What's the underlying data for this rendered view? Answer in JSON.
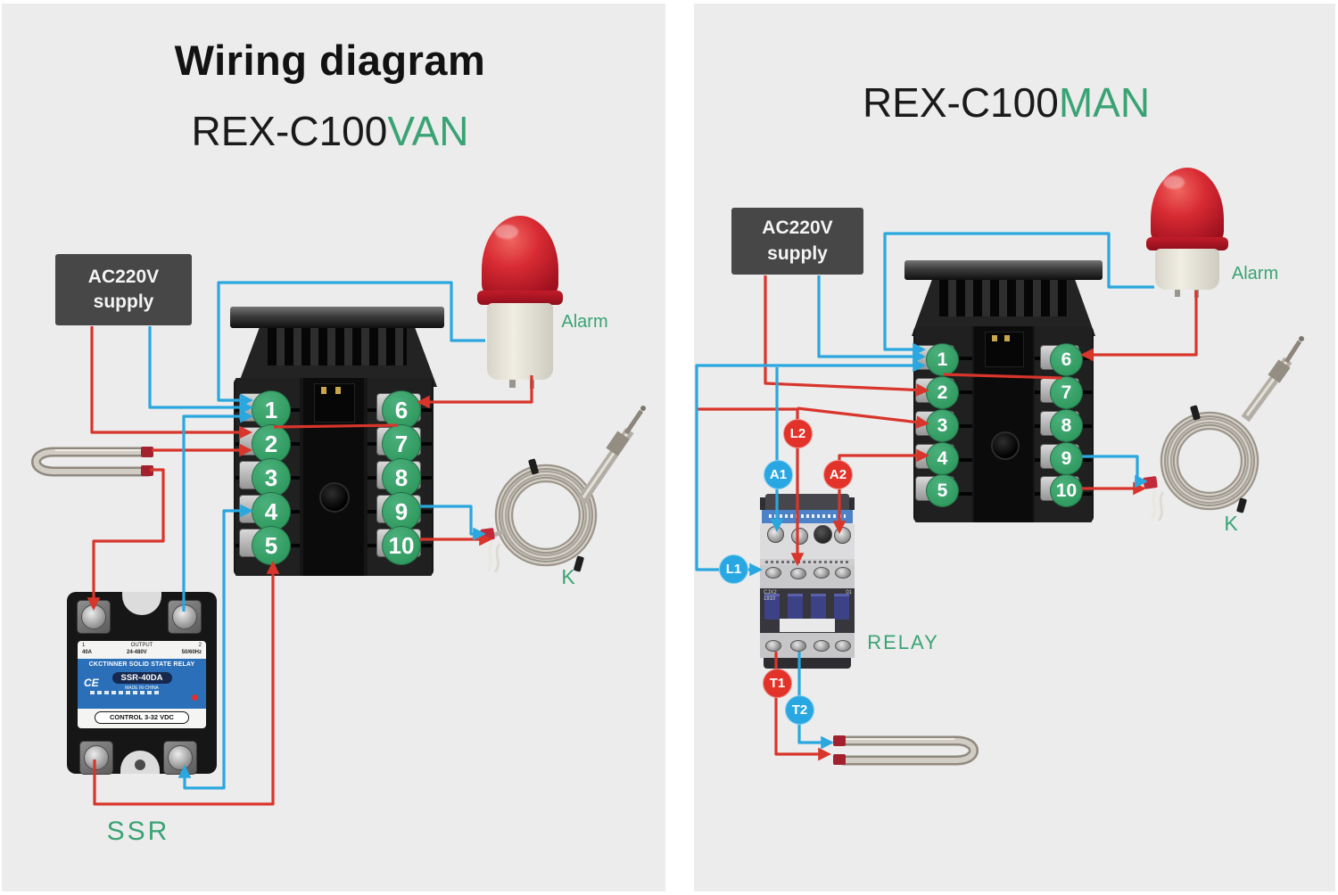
{
  "colors": {
    "accent_green": "#3aa374",
    "wire_red": "#d8352b",
    "wire_blue": "#2aa7de",
    "badge_red": "#e23229",
    "badge_blue": "#29a7e2",
    "terminal_green": "#3aa46c"
  },
  "terminals": [
    "1",
    "2",
    "3",
    "4",
    "5",
    "6",
    "7",
    "8",
    "9",
    "10"
  ],
  "badges": [
    {
      "id": "L1",
      "color": "blue"
    },
    {
      "id": "L2",
      "color": "red"
    },
    {
      "id": "A1",
      "color": "blue"
    },
    {
      "id": "A2",
      "color": "red"
    },
    {
      "id": "T1",
      "color": "red"
    },
    {
      "id": "T2",
      "color": "blue"
    }
  ],
  "panels": {
    "left": {
      "title_line1": "Wiring diagram",
      "title_model": "REX-C100",
      "title_variant": "VAN",
      "supply": {
        "line1": "AC220V",
        "line2": "supply"
      },
      "alarm_label": "Alarm",
      "k_label": "K",
      "ssr_label": "SSR"
    },
    "right": {
      "title_model": "REX-C100",
      "title_variant": "MAN",
      "supply": {
        "line1": "AC220V",
        "line2": "supply"
      },
      "alarm_label": "Alarm",
      "k_label": "K",
      "relay_label": "RELAY"
    }
  },
  "ssr": {
    "out_t1": "1",
    "output_label": "OUTPUT",
    "out_t2": "2",
    "spec_amp": "40A",
    "spec_volt": "24-480V",
    "spec_freq": "50/60Hz",
    "brand": "CKCTINNER SOLID STATE RELAY",
    "model": "SSR-40DA",
    "made": "MADE IN CHINA",
    "ce": "CE",
    "control": "CONTROL 3-32 VDC"
  },
  "contactor": {
    "model_line1": "CJX2",
    "model_line2": "1810",
    "code": "01"
  }
}
